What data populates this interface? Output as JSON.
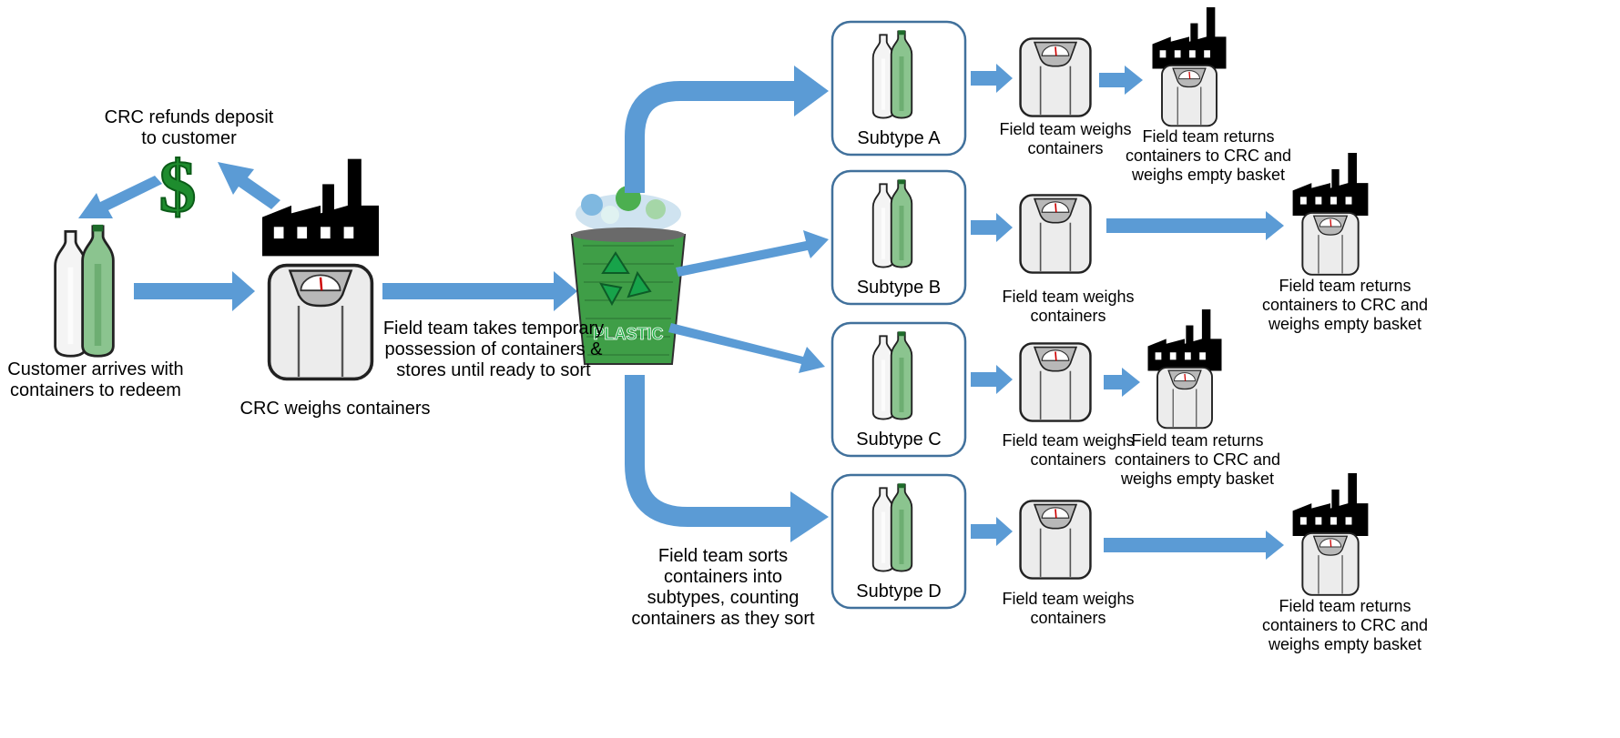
{
  "labels": {
    "customer": "Customer arrives with\ncontainers to redeem",
    "crc_refund": "CRC refunds deposit\nto customer",
    "crc_weigh": "CRC weighs containers",
    "field_take": "Field team takes temporary\npossession of containers &\nstores until ready to sort",
    "field_sort": "Field team sorts\ncontainers into\nsubtypes, counting\ncontainers as they sort",
    "dollar": "$",
    "bin_text": "PLASTIC"
  },
  "subtypes": [
    {
      "name": "Subtype A",
      "weigh": "Field team weighs\ncontainers",
      "return": "Field team returns\ncontainers to CRC and\nweighs empty basket"
    },
    {
      "name": "Subtype B",
      "weigh": "Field team weighs\ncontainers",
      "return": "Field team returns\ncontainers to CRC and\nweighs empty basket"
    },
    {
      "name": "Subtype C",
      "weigh": "Field team weighs\ncontainers",
      "return": "Field team returns\ncontainers to CRC and\nweighs empty basket"
    },
    {
      "name": "Subtype D",
      "weigh": "Field team weighs\ncontainers",
      "return": "Field team returns\ncontainers to CRC and\nweighs empty basket"
    }
  ],
  "colors": {
    "arrow": "#5b9bd5",
    "box_border": "#41719c",
    "dollar": "#1e8c2e",
    "factory": "#000000",
    "bottle_green": "#2e8b3a",
    "scale_body": "#e8e8e8"
  }
}
